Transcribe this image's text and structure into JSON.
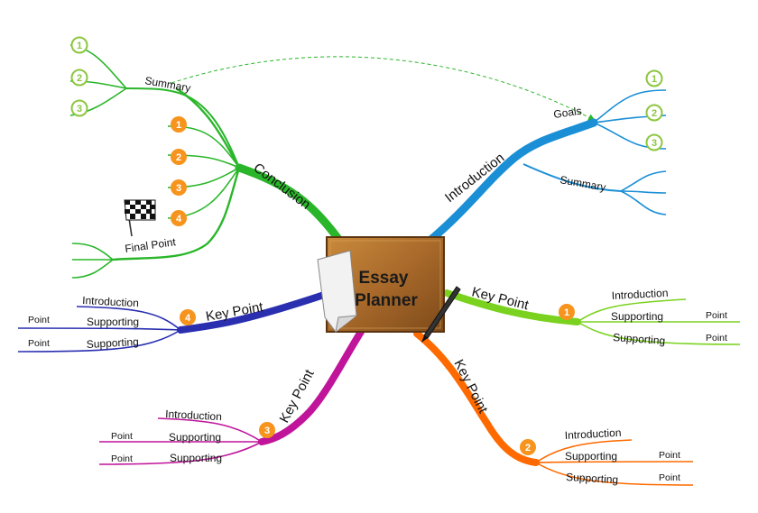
{
  "center": {
    "line1": "Essay",
    "line2": "Planner"
  },
  "intro": {
    "label": "Introduction",
    "goals": "Goals",
    "summary": "Summary",
    "nums": [
      "1",
      "2",
      "3"
    ]
  },
  "conclusion": {
    "label": "Conclusion",
    "summary": "Summary",
    "final_point": "Final Point",
    "sum_nums": [
      "1",
      "2",
      "3"
    ],
    "nums": [
      "1",
      "2",
      "3",
      "4"
    ]
  },
  "kp1": {
    "label": "Key Point",
    "num": "1",
    "intro": "Introduction",
    "sup1": "Supporting",
    "sup2": "Supporting",
    "pt1": "Point",
    "pt2": "Point"
  },
  "kp2": {
    "label": "Key Point",
    "num": "2",
    "intro": "Introduction",
    "sup1": "Supporting",
    "sup2": "Supporting",
    "pt1": "Point",
    "pt2": "Point"
  },
  "kp3": {
    "label": "Key Point",
    "num": "3",
    "intro": "Introduction",
    "sup1": "Supporting",
    "sup2": "Supporting",
    "pt1": "Point",
    "pt2": "Point"
  },
  "kp4": {
    "label": "Key Point",
    "num": "4",
    "intro": "Introduction",
    "sup1": "Supporting",
    "sup2": "Supporting",
    "pt1": "Point",
    "pt2": "Point"
  },
  "colors": {
    "intro": "#1a8fd6",
    "conclusion": "#2ab62a",
    "kp1": "#7ad21e",
    "kp2": "#ff6a00",
    "kp3": "#c0149a",
    "kp4": "#2a2fb0",
    "orange_badge": "#f7941d",
    "green_badge": "#8cc63f"
  }
}
